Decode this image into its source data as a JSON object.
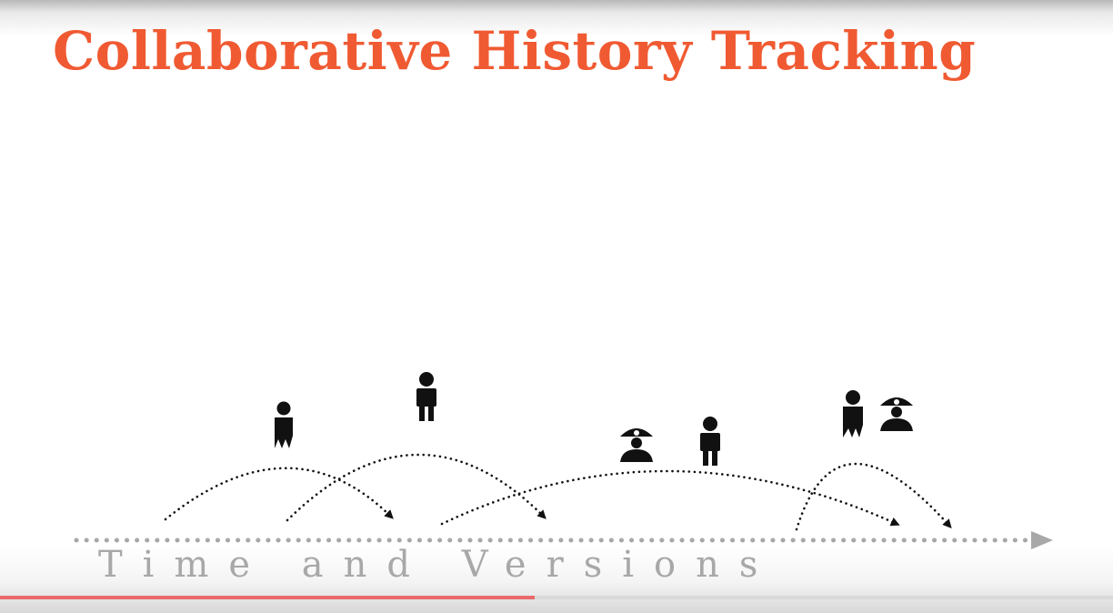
{
  "slide": {
    "title": "Collaborative History Tracking",
    "axis_label": "Time and Versions"
  },
  "colors": {
    "title": "#f05a32",
    "axis_label": "#a8a8a8",
    "timeline": "#a8a8a8",
    "figures": "#111111",
    "progress_fill": "#e86a6a"
  },
  "icons": {
    "person": "person-icon",
    "pirate": "pirate-icon"
  },
  "video": {
    "progress": 0.48
  }
}
